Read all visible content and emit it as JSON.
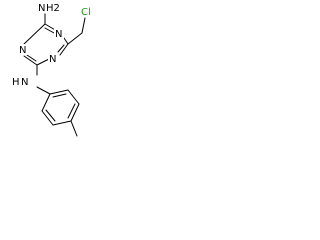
{
  "molecule": {
    "atoms": {
      "amino_n": "N",
      "amino_h2": "H2",
      "ring_n1": "N",
      "ring_n3": "N",
      "ring_n5": "N",
      "anilino_n": "N",
      "anilino_h": "H",
      "chlorine": "Cl"
    },
    "colors": {
      "bond": "#000000",
      "chlorine": "#1a9c1a",
      "text": "#000000"
    }
  }
}
